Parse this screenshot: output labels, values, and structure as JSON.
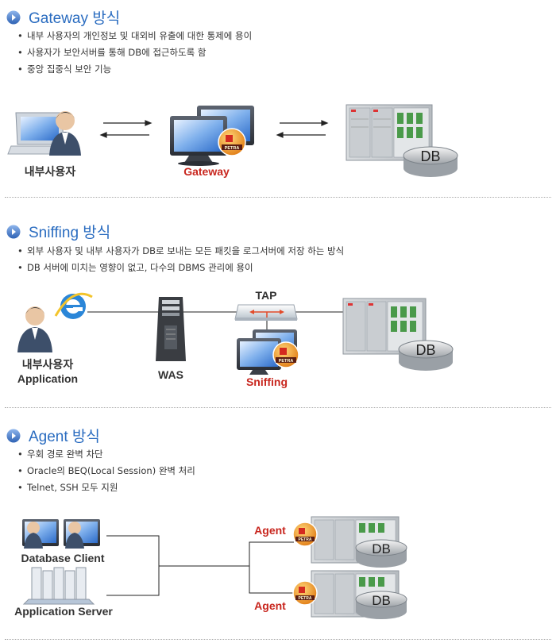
{
  "gateway": {
    "title": "Gateway 방식",
    "bullets": [
      "내부 사용자의 개인정보 및 대외비 유출에 대한 통제에 용이",
      "사용자가 보안서버를 통해 DB에 접근하도록 함",
      "중앙 집중식 보안 기능"
    ],
    "labels": {
      "user": "내부사용자",
      "gateway": "Gateway",
      "db": "DB"
    }
  },
  "sniffing": {
    "title": "Sniffing 방식",
    "bullets": [
      "외부 사용자 및 내부 사용자가 DB로 보내는 모든 패킷을 로그서버에 저장 하는 방식",
      "DB 서버에 미치는 영향이 없고, 다수의 DBMS 관리에 용이"
    ],
    "labels": {
      "user_line1": "내부사용자",
      "user_line2": "Application",
      "was": "WAS",
      "tap": "TAP",
      "sniffing": "Sniffing",
      "db": "DB"
    }
  },
  "agent": {
    "title": "Agent 방식",
    "bullets": [
      "우회 경로 완벽 차단",
      "Oracle의 BEQ(Local Session) 완벽 처리",
      "Telnet, SSH 모두 지원"
    ],
    "labels": {
      "db_client": "Database Client",
      "app_server": "Application Server",
      "agent_top": "Agent",
      "agent_bottom": "Agent",
      "db_top": "DB",
      "db_bottom": "DB"
    }
  },
  "logo_text": "PETRA",
  "colors": {
    "title_blue": "#2a6cc0",
    "label_red": "#c8261e",
    "label_dark": "#333333",
    "icon_blue": "#3f74c6",
    "logo_orange": "#f08a1c",
    "logo_red": "#d42a1f"
  }
}
